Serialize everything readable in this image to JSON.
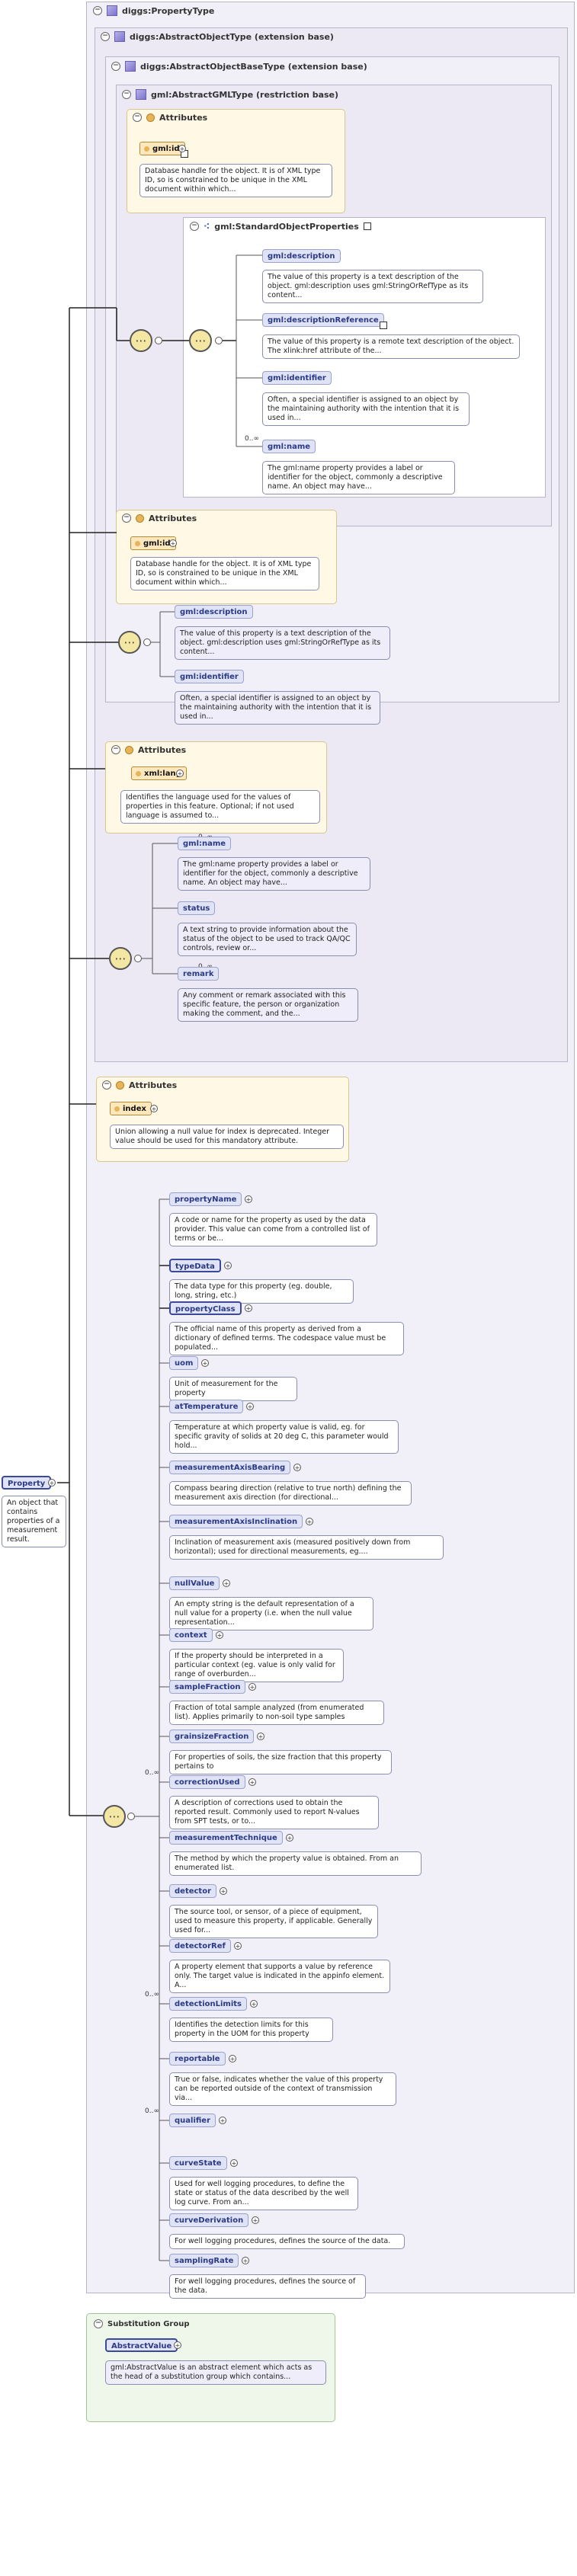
{
  "root": {
    "title": "diggs:PropertyType",
    "ext1": "diggs:AbstractObjectType (extension base)",
    "ext2": "diggs:AbstractObjectBaseType (extension base)",
    "restr": "gml:AbstractGMLType (restriction base)",
    "standardProps": "gml:StandardObjectProperties"
  },
  "attributes": {
    "title": "Attributes",
    "gmlid": "gml:id",
    "gmlid_desc": "Database handle for the object. It is of XML type ID, so is constrained to be unique in the XML document within which...",
    "xmllang": "xml:lang",
    "xmllang_desc": "Identifies the language used for the values of properties in this feature. Optional; if not used language is assumed to...",
    "index": "index",
    "index_desc": "Union allowing a null value for index is deprecated. Integer value should be used for this mandatory attribute."
  },
  "gmlProps": [
    {
      "name": "gml:description",
      "desc": "The value of this property is a text description of the object. gml:description uses gml:StringOrRefType as its content..."
    },
    {
      "name": "gml:descriptionReference",
      "desc": "The value of this property is a remote text description of the object. The xlink:href attribute of the..."
    },
    {
      "name": "gml:identifier",
      "desc": "Often, a special identifier is assigned to an object by the maintaining authority with the intention that it is used in..."
    },
    {
      "name": "gml:name",
      "desc": "The gml:name property provides a label or identifier for the object, commonly a descriptive name. An object may have..."
    }
  ],
  "baseProps": [
    {
      "name": "gml:description",
      "desc": "The value of this property is a text description of the object. gml:description uses gml:StringOrRefType as its content..."
    },
    {
      "name": "gml:identifier",
      "desc": "Often, a special identifier is assigned to an object by the maintaining authority with the intention that it is used in..."
    }
  ],
  "objProps": [
    {
      "name": "gml:name",
      "desc": "The gml:name property provides a label or identifier for the object, commonly a descriptive name. An object may have..."
    },
    {
      "name": "status",
      "desc": "A text string to provide information about the status of the object to be used to track QA/QC controls, review or..."
    },
    {
      "name": "remark",
      "desc": "Any comment or remark associated with this specific feature, the person or organization making the comment, and the..."
    }
  ],
  "multiplicity": {
    "many": "0..∞"
  },
  "property": {
    "name": "Property",
    "desc": "An object that contains properties of a measurement result."
  },
  "elements": [
    {
      "name": "propertyName",
      "desc": "A code or name for the property as used by the data provider. This value can come from a controlled list of terms or be..."
    },
    {
      "name": "typeData",
      "desc": "The data type for this property (eg. double, long, string, etc.)"
    },
    {
      "name": "propertyClass",
      "desc": "The official name of this property as derived from a dictionary of defined terms. The codespace value must be populated..."
    },
    {
      "name": "uom",
      "desc": "Unit of measurement for the property"
    },
    {
      "name": "atTemperature",
      "desc": "Temperature at which property value is valid, eg. for specific gravity of solids at 20 deg C, this parameter would hold..."
    },
    {
      "name": "measurementAxisBearing",
      "desc": "Compass bearing direction (relative to true north) defining the measurement axis direction (for directional..."
    },
    {
      "name": "measurementAxisInclination",
      "desc": "Inclination of measurement axis (measured positively down from horizontal); used for directional measurements, eg...."
    },
    {
      "name": "nullValue",
      "desc": "An empty string is the default representation of a null value for a property (i.e. when the null value representation..."
    },
    {
      "name": "context",
      "desc": "If the property should be interpreted in a particular context (eg. value is only valid for range of overburden..."
    },
    {
      "name": "sampleFraction",
      "desc": "Fraction of total sample analyzed (from enumerated list). Applies primarily to non-soil type samples"
    },
    {
      "name": "grainsizeFraction",
      "desc": "For properties of soils, the size fraction that this property pertains to"
    },
    {
      "name": "correctionUsed",
      "desc": "A description of corrections used to obtain the reported result. Commonly used to report N-values from SPT tests, or to..."
    },
    {
      "name": "measurementTechnique",
      "desc": "The method by which the property value is obtained. From an enumerated list."
    },
    {
      "name": "detector",
      "desc": "The source tool, or sensor, of a piece of equipment, used to measure this property, if applicable. Generally used for..."
    },
    {
      "name": "detectorRef",
      "desc": "A property element that supports a value by reference only. The target value is indicated in the appinfo element. A..."
    },
    {
      "name": "detectionLimits",
      "desc": "Identifies the detection limits for this property in the UOM for this property"
    },
    {
      "name": "reportable",
      "desc": "True or false, indicates whether the value of this property can be reported outside of the context of transmission via..."
    },
    {
      "name": "qualifier",
      "desc": ""
    },
    {
      "name": "curveState",
      "desc": "Used for well logging procedures, to define the state or status of the data described by the well log curve. From an..."
    },
    {
      "name": "curveDerivation",
      "desc": "For well logging procedures, defines the source of the data."
    },
    {
      "name": "samplingRate",
      "desc": "For well logging procedures, defines the source of the data."
    }
  ],
  "substitution": {
    "title": "Substitution Group",
    "name": "AbstractValue",
    "desc": "gml:AbstractValue is an abstract element which acts as the head of a substitution group which contains..."
  }
}
